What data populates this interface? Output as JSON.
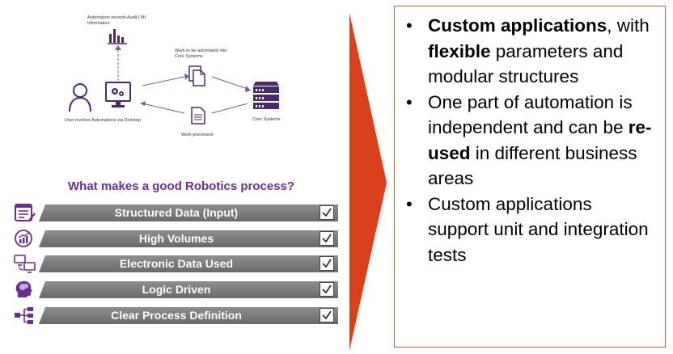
{
  "diagram": {
    "audit_label": "Automation records Audit / MI Information",
    "work_to_automate_label": "Work to be automated into Core Systems",
    "user_label": "User invokes Automations via Desktop",
    "core_systems_label": "Core Systems",
    "work_processed_label": "Work processed",
    "icons": [
      "user-icon",
      "desktop-gear-icon",
      "bar-chart-icon",
      "documents-icon",
      "document-icon",
      "server-icon"
    ]
  },
  "criteria": {
    "heading": "What makes a good Robotics process?",
    "items": [
      {
        "label": "Structured Data (Input)",
        "icon": "form-icon",
        "checked": true
      },
      {
        "label": "High Volumes",
        "icon": "trend-chart-icon",
        "checked": true
      },
      {
        "label": "Electronic Data Used",
        "icon": "devices-icon",
        "checked": true
      },
      {
        "label": "Logic Driven",
        "icon": "brain-head-icon",
        "checked": true
      },
      {
        "label": "Clear Process Definition",
        "icon": "hierarchy-icon",
        "checked": true
      }
    ]
  },
  "bullets": {
    "item1": {
      "p1": "Custom applications",
      "p2": ", with ",
      "p3": "flexible",
      "p4": " parameters and modular structures"
    },
    "item2": {
      "p1": "One part of automation is independent and can be ",
      "p2": "re-used",
      "p3": " in different business areas"
    },
    "item3": {
      "p1": "Custom applications support unit and integration tests"
    },
    "bullet_char": "•"
  },
  "colors": {
    "purple": "#6b2d91",
    "arrow_red": "#d8401e",
    "box_border": "#d9593a",
    "bar_gray": "#7a7a7a"
  }
}
